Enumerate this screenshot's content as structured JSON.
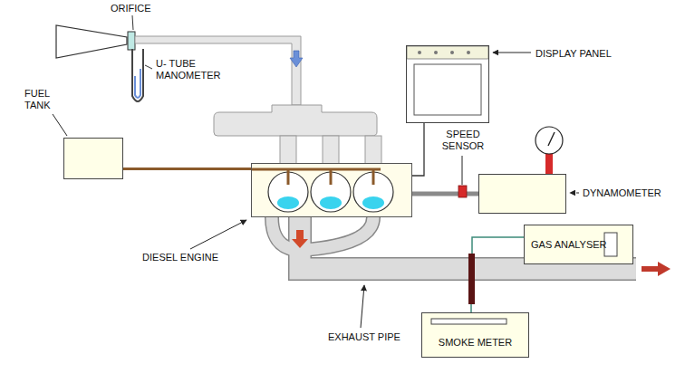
{
  "diagram": {
    "nodes": [
      {
        "text": [
          "DISPLAY PANEL"
        ]
      },
      {
        "text": [
          "FUEL TANK"
        ]
      },
      {
        "text": [
          "DIESEL ENGINE"
        ]
      },
      {
        "text": [
          "DYNAMOMETER"
        ]
      },
      {
        "text": [
          "GAS ANALYSER"
        ]
      },
      {
        "text": [
          "SMOKE METER"
        ]
      }
    ],
    "edges": [
      {
        "from": 1,
        "to": 2,
        "arrow": "none"
      },
      {
        "from": 0,
        "to": 2,
        "arrow": "none"
      },
      {
        "from": 2,
        "to": 3,
        "arrow": "none"
      }
    ],
    "labels": [
      "ORIFICE",
      "U- TUBE MANOMETER",
      "SPEED SENSOR",
      "EXHAUST PIPE"
    ]
  }
}
